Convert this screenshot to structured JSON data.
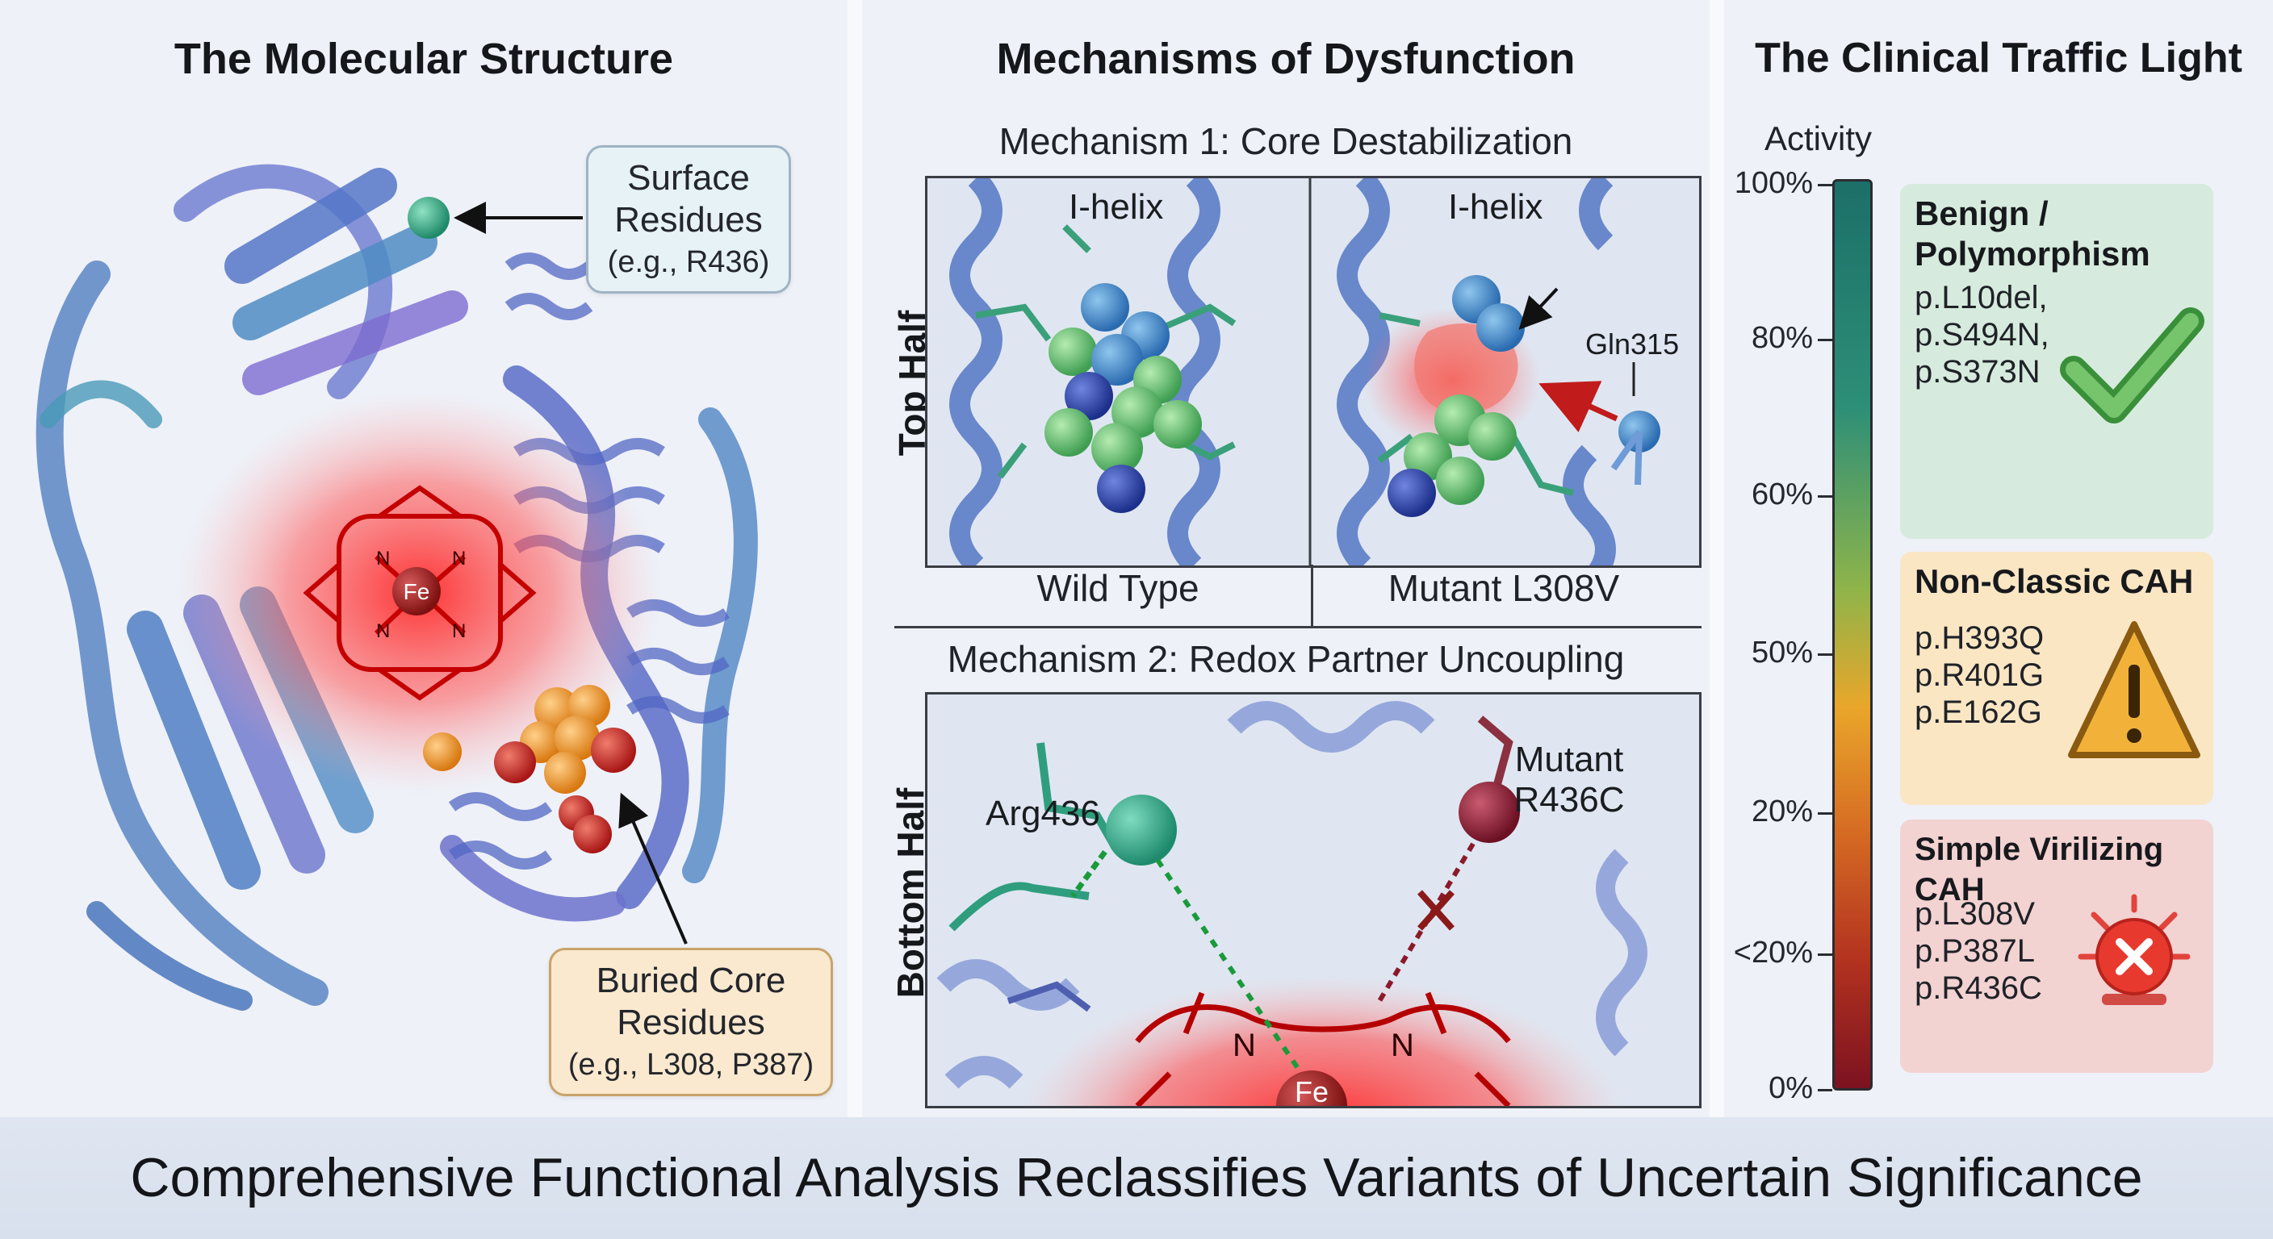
{
  "panel1": {
    "title": "The Molecular Structure",
    "surface_callout": {
      "line1": "Surface",
      "line2": "Residues",
      "line3": "(e.g., R436)"
    },
    "buried_callout": {
      "line1": "Buried Core",
      "line2": "Residues",
      "line3": "(e.g., L308, P387)"
    },
    "heme_metal": "Fe",
    "heme_n": "N"
  },
  "panel2": {
    "title": "Mechanisms of Dysfunction",
    "top_label": "Top Half",
    "bottom_label": "Bottom Half",
    "mech1": {
      "title": "Mechanism 1: Core Destabilization",
      "left_helix": "I-helix",
      "right_helix": "I-helix",
      "residue": "Gln315",
      "left_caption": "Wild Type",
      "right_caption": "Mutant L308V"
    },
    "mech2": {
      "title": "Mechanism 2: Redox Partner Uncoupling",
      "wt_residue": "Arg436",
      "mut_residue_line1": "Mutant",
      "mut_residue_line2": "R436C",
      "heme_metal": "Fe",
      "heme_n": "N"
    }
  },
  "panel3": {
    "title": "The Clinical Traffic Light",
    "axis_title": "Activity",
    "ticks": [
      "100%",
      "80%",
      "60%",
      "50%",
      "20%",
      "<20%",
      "0%"
    ],
    "categories": [
      {
        "title_line1": "Benign /",
        "title_line2": "Polymorphism",
        "variants": [
          "p.L10del,",
          "p.S494N,",
          "p.S373N"
        ],
        "icon": "check-icon",
        "color": "#d6ebdd"
      },
      {
        "title_line1": "Non-Classic CAH",
        "title_line2": "",
        "variants": [
          "p.H393Q",
          "p.R401G",
          "p.E162G"
        ],
        "icon": "warning-icon",
        "color": "#fbe6c4"
      },
      {
        "title_line1": "Simple Virilizing CAH",
        "title_line2": "",
        "variants": [
          "p.L308V",
          "p.P387L",
          "p.R436C"
        ],
        "icon": "alarm-icon",
        "color": "#f3d2d2"
      }
    ]
  },
  "footer": {
    "headline": "Comprehensive Functional Analysis Reclassifies Variants of Uncertain Significance"
  }
}
